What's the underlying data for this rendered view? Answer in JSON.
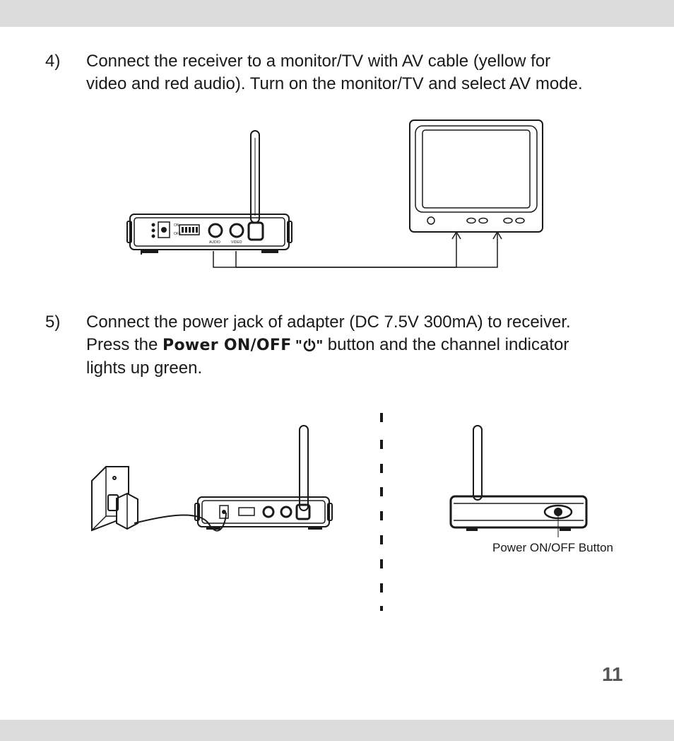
{
  "steps": [
    {
      "number": "4)",
      "line1": "Connect the receiver to a monitor/TV with AV cable (yellow for",
      "line2": "video and red audio). Turn on the monitor/TV and select AV mode."
    },
    {
      "number": "5)",
      "line1": "Connect the power jack of adapter (DC 7.5V 300mA) to receiver.",
      "line2_before": "Press the ",
      "line2_bold": "Power ON/OFF",
      "line2_quote_open": " \"",
      "line2_quote_close": "\"",
      "line2_after": " button and the channel indicator",
      "line3": "lights up green."
    }
  ],
  "receiver_labels": {
    "on": "ON",
    "off": "OFF",
    "audio": "AUDIO",
    "video": "VIDEO"
  },
  "callout": "Power ON/OFF Button",
  "page_number": "11",
  "icons": {
    "power": "power-icon"
  },
  "colors": {
    "band": "#dcdcdd",
    "ink": "#1a1a1a",
    "page_number": "#555555"
  }
}
